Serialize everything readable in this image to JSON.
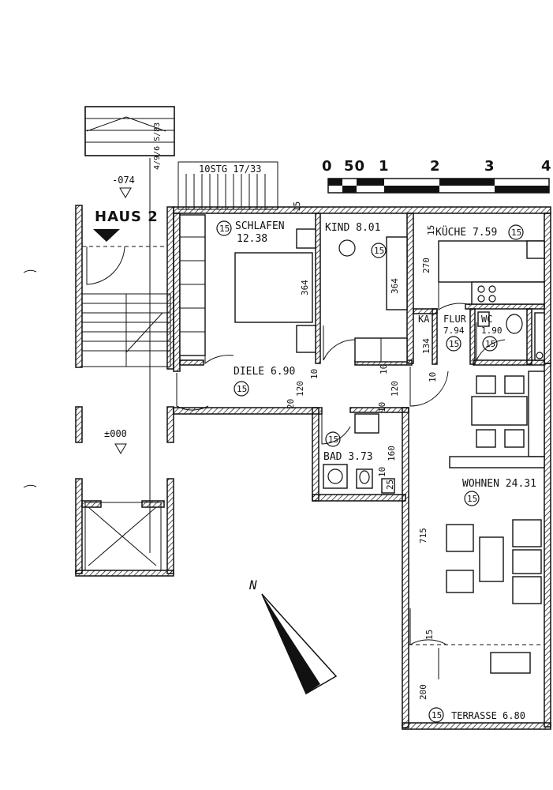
{
  "plan": {
    "house_label": "HAUS 2",
    "level_top": "-074",
    "level_entrance": "±000",
    "stair_label": "10STG 17/33",
    "side_stamp": "4/9/6 S/83",
    "north_label": "N",
    "scale_labels": [
      "0",
      "50",
      "1",
      "2",
      "3",
      "4"
    ],
    "room_number": "15",
    "rooms": {
      "schlafen": {
        "name": "SCHLAFEN",
        "area": "12.38"
      },
      "kind": {
        "name": "KIND 8.01"
      },
      "kueche": {
        "name": "KÜCHE 7.59"
      },
      "ka": {
        "name": "KA"
      },
      "flur": {
        "name": "FLUR",
        "area": "7.94"
      },
      "wc": {
        "name": "WC",
        "area": "1.90"
      },
      "diele": {
        "name": "DIELE 6.90"
      },
      "bad": {
        "name": "BAD 3.73"
      },
      "wohnen": {
        "name": "WOHNEN 24.31"
      },
      "terrasse": {
        "name": "TERRASSE 6.80"
      }
    },
    "dimensions": {
      "d364a": "364",
      "d364b": "364",
      "d270": "270",
      "d134": "134",
      "d120a": "120",
      "d120b": "120",
      "d10a": "10",
      "d10b": "10",
      "d10c": "10",
      "d10d": "10",
      "d10e": "10",
      "d20": "20",
      "d160": "160",
      "d715": "715",
      "d200": "200",
      "d15a": "15",
      "d15b": "15",
      "d15c": "15",
      "d25": "25"
    }
  }
}
